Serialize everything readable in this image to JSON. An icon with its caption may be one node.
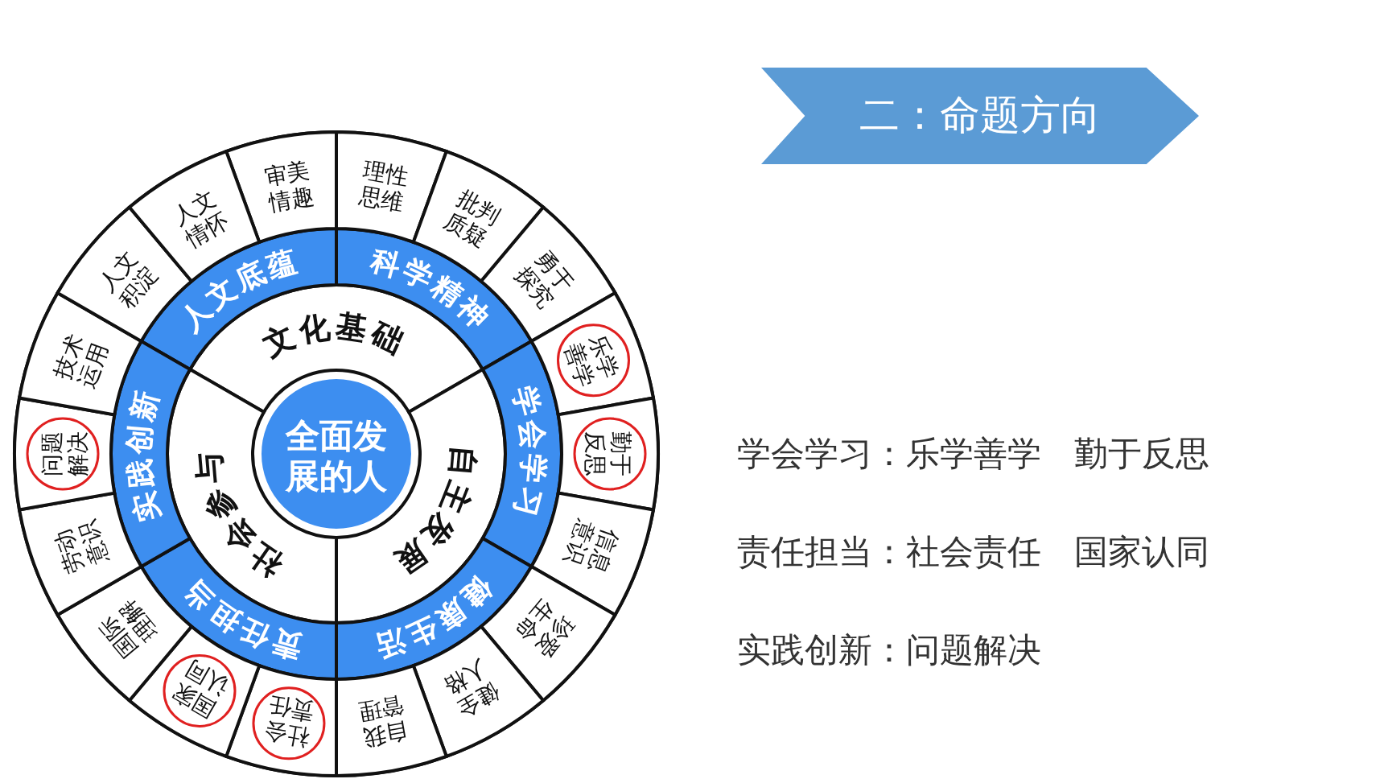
{
  "diagram": {
    "title": "二：命题方向",
    "nodes": [
      {
        "text": [
          "全面发展的人"
        ]
      },
      {
        "text": [
          "文化基础"
        ]
      },
      {
        "text": [
          "自主发展"
        ]
      },
      {
        "text": [
          "社会参与"
        ]
      },
      {
        "text": [
          "人文底蕴"
        ]
      },
      {
        "text": [
          "科学精神"
        ]
      },
      {
        "text": [
          "学会学习"
        ]
      },
      {
        "text": [
          "健康生活"
        ]
      },
      {
        "text": [
          "责任担当"
        ]
      },
      {
        "text": [
          "实践创新"
        ]
      },
      {
        "text": [
          "审美情趣"
        ]
      },
      {
        "text": [
          "理性思维"
        ]
      },
      {
        "text": [
          "批判质疑"
        ]
      },
      {
        "text": [
          "勇于探究"
        ]
      },
      {
        "text": [
          "乐学善学"
        ]
      },
      {
        "text": [
          "勤于反思"
        ]
      },
      {
        "text": [
          "信息意识"
        ]
      },
      {
        "text": [
          "珍爱生命"
        ]
      },
      {
        "text": [
          "健全人格"
        ]
      },
      {
        "text": [
          "自我管理"
        ]
      },
      {
        "text": [
          "社会责任"
        ]
      },
      {
        "text": [
          "国家认同"
        ]
      },
      {
        "text": [
          "国际理解"
        ]
      },
      {
        "text": [
          "劳动意识"
        ]
      },
      {
        "text": [
          "问题解决"
        ]
      },
      {
        "text": [
          "技术运用"
        ]
      },
      {
        "text": [
          "人文积淀"
        ]
      },
      {
        "text": [
          "人文情怀"
        ]
      }
    ],
    "labels": [
      "学会学习：乐学善学 勤于反思",
      "责任担当：社会责任 国家认同",
      "实践创新：问题解决"
    ]
  }
}
